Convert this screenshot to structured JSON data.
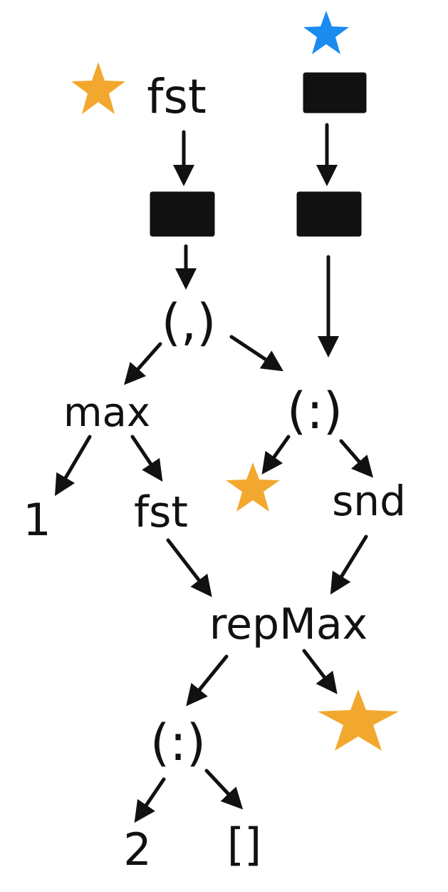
{
  "colors": {
    "ink": "#111111",
    "star_orange": "#f2a82f",
    "star_blue": "#1a8cf0",
    "background": "#ffffff"
  },
  "nodes": {
    "fst_top": "fst",
    "pair_ctor": "(,)",
    "cons_right": "(:)",
    "max": "max",
    "one": "1",
    "fst_mid": "fst",
    "snd": "snd",
    "rep_max": "repMax",
    "cons_bottom": "(:)",
    "two": "2",
    "empty_list": "[]"
  },
  "icons": {
    "star_top_left": "orange-star-icon",
    "star_top_right": "blue-star-icon",
    "star_mid": "orange-star-icon",
    "star_bottom": "orange-star-icon",
    "thunk_box": "filled-black-box"
  }
}
